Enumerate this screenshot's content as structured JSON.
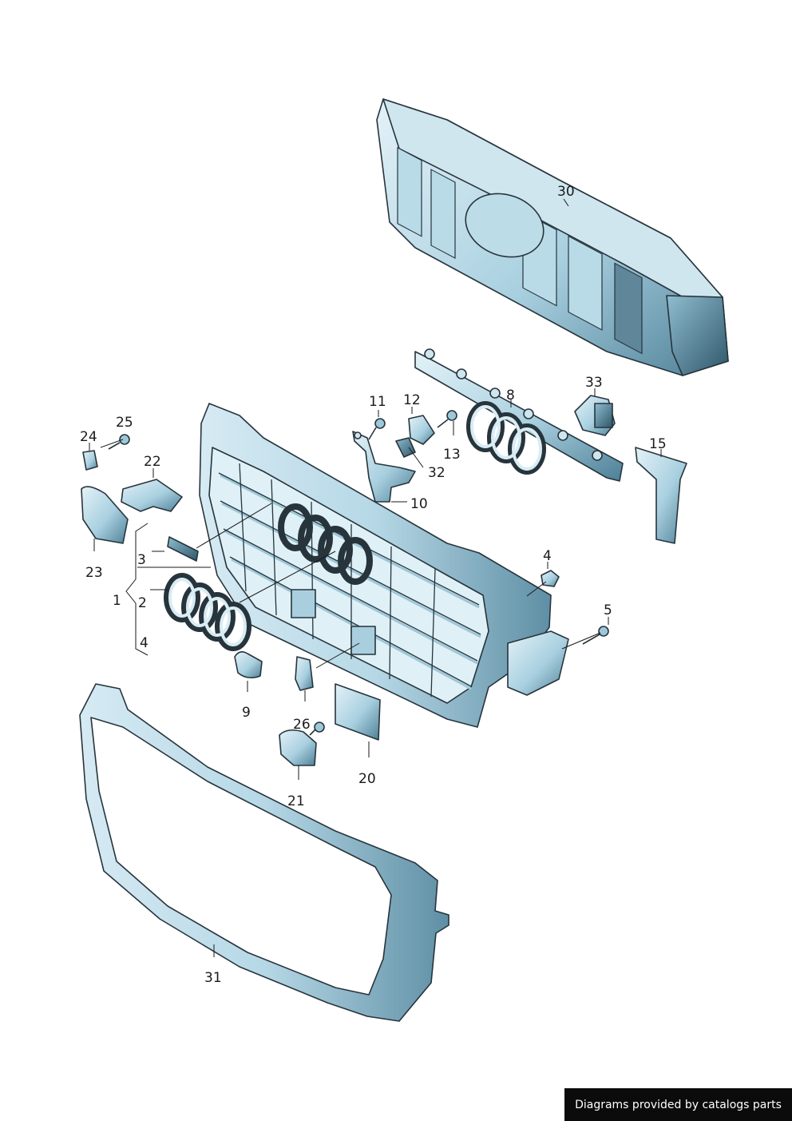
{
  "diagram": {
    "callouts": {
      "c1": "1",
      "c2": "2",
      "c3": "3",
      "c4a": "4",
      "c4b": "4",
      "c5": "5",
      "c8": "8",
      "c9": "9",
      "c10": "10",
      "c11": "11",
      "c12": "12",
      "c13": "13",
      "c15": "15",
      "c20": "20",
      "c21": "21",
      "c22": "22",
      "c23": "23",
      "c24": "24",
      "c25": "25",
      "c26": "26",
      "c30": "30",
      "c31": "31",
      "c32": "32",
      "c33": "33"
    }
  },
  "footer": {
    "credit": "Diagrams provided by catalogs parts"
  },
  "colors": {
    "part_light": "#d9ecf4",
    "part_mid": "#9cc8da",
    "part_dark": "#3f6f86",
    "outline": "#27343c"
  }
}
